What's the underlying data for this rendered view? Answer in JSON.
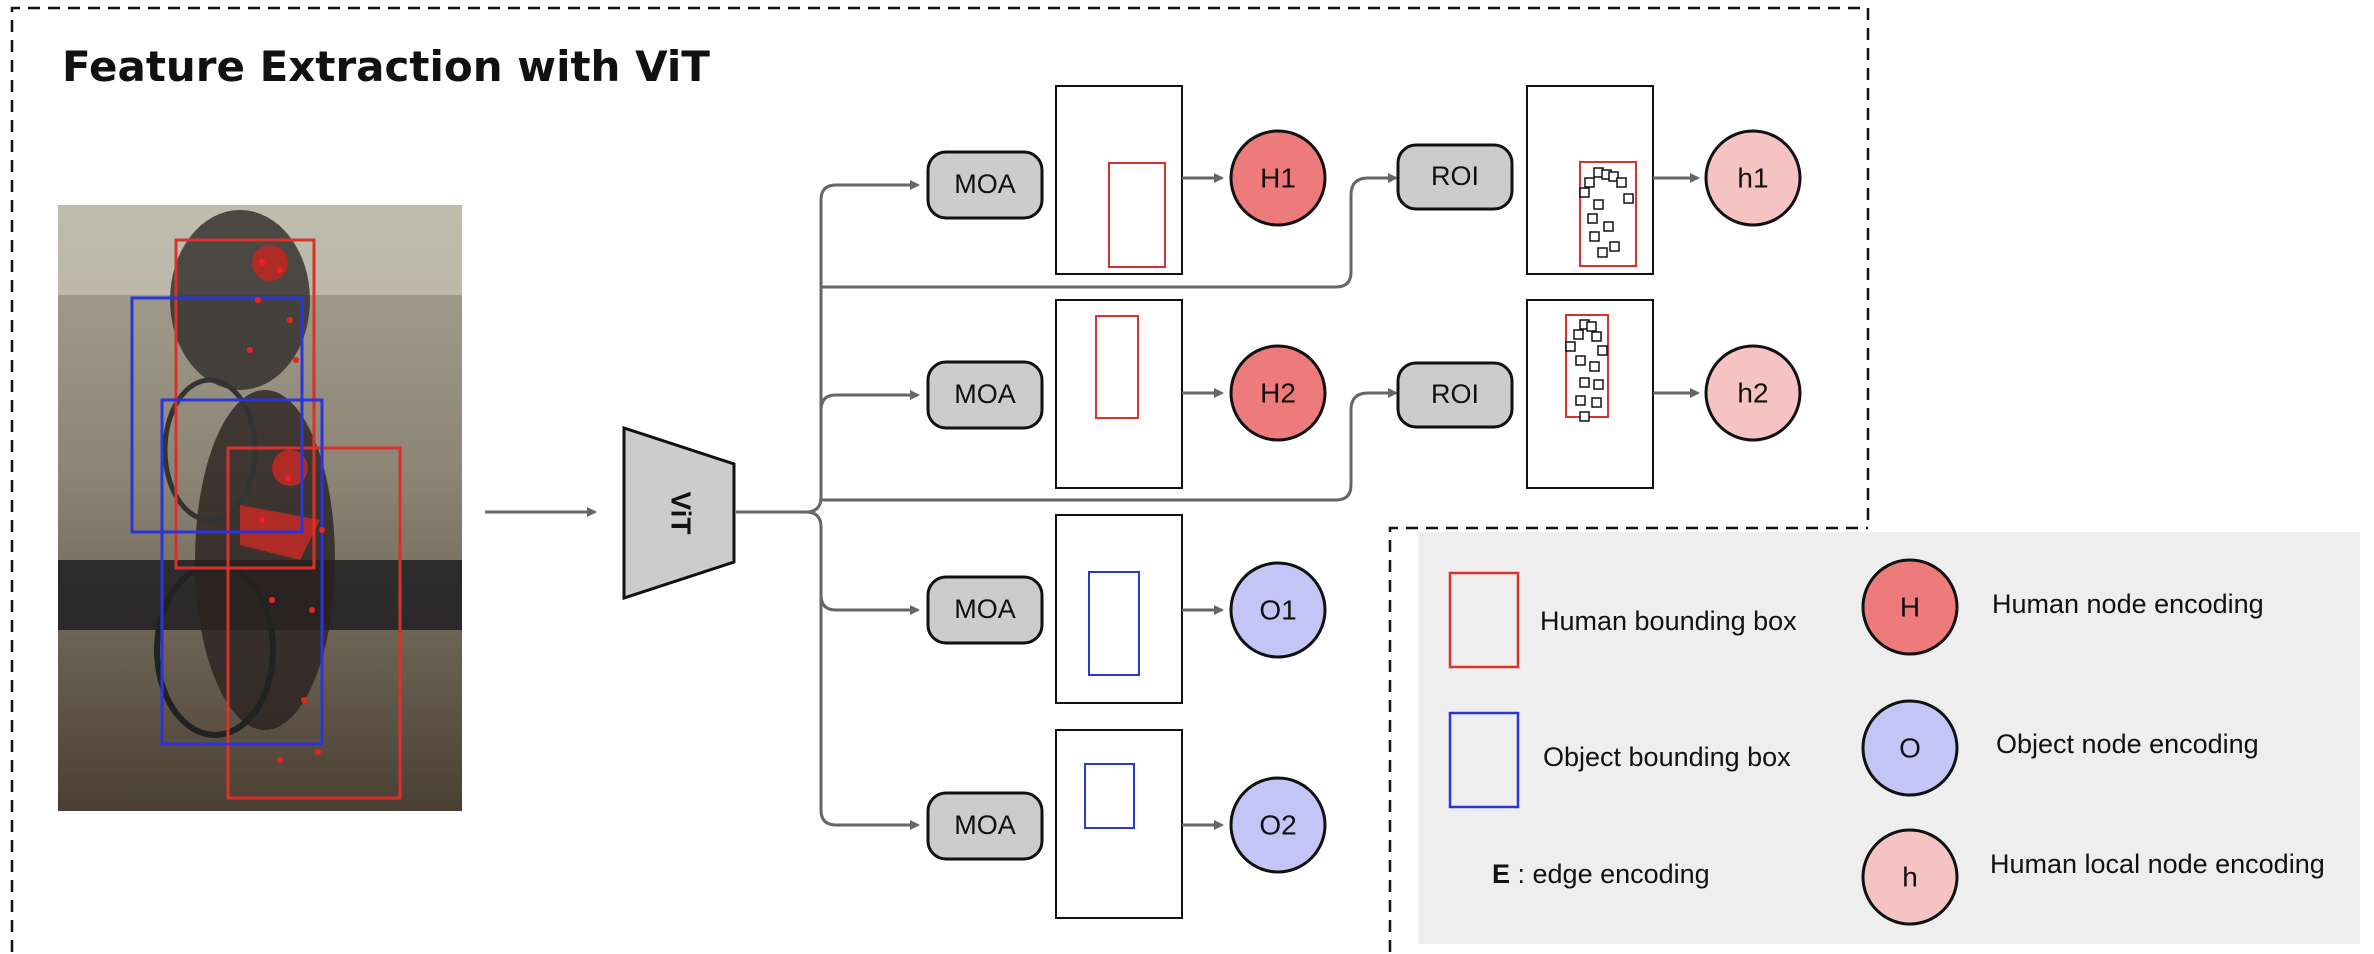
{
  "title": "Feature Extraction with ViT",
  "backbone": {
    "label": "ViT"
  },
  "module_labels": {
    "moa": "MOA",
    "roi": "ROI"
  },
  "nodes": {
    "human": [
      "H1",
      "H2"
    ],
    "object": [
      "O1",
      "O2"
    ],
    "human_local": [
      "h1",
      "h2"
    ]
  },
  "legend": {
    "human_box": "Human bounding box",
    "object_box": "Object bounding box",
    "edge_symbol": "E",
    "edge_text": " : edge encoding",
    "human_node_symbol": "H",
    "human_node_text": "Human node encoding",
    "object_node_symbol": "O",
    "object_node_text": "Object node encoding",
    "local_node_symbol": "h",
    "local_node_text": "Human local node encoding"
  },
  "colors": {
    "human_node": "#ee7b7b",
    "object_node": "#c3c5f7",
    "local_node": "#f6c3c3",
    "module_fill": "#cccccc",
    "human_box": "#d9312b",
    "object_box": "#2b35d9",
    "legend_bg": "#eeeeee",
    "arrow": "#666666"
  }
}
